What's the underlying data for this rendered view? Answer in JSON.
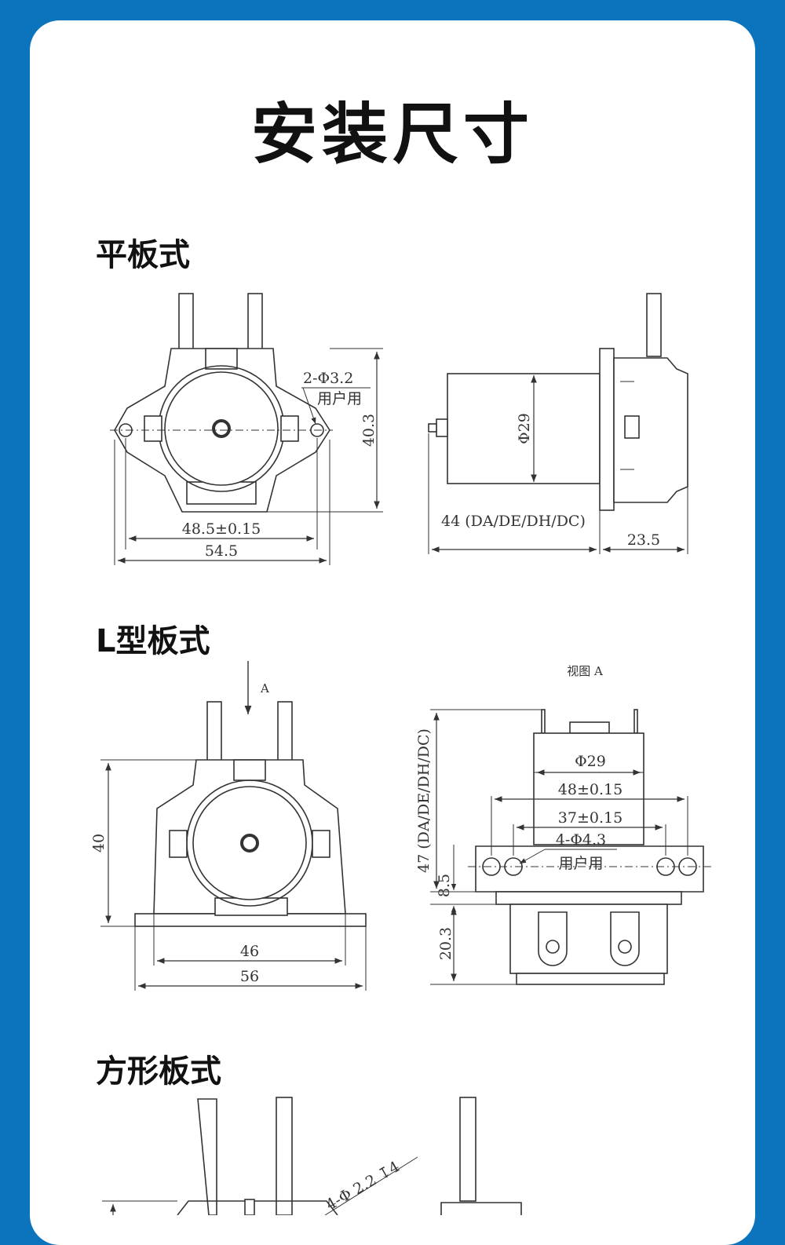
{
  "title": "安装尺寸",
  "sections": {
    "flat": {
      "heading": "平板式",
      "hole_label": "2-Φ3.2",
      "user_label": "用户用",
      "dim_height": "40.3",
      "dim_hole_span": "48.5±0.15",
      "dim_width": "54.5",
      "dim_diameter": "Φ29",
      "dim_motor_length": "44 (DA/DE/DH/DC)",
      "dim_head_length": "23.5"
    },
    "l_type": {
      "heading": "L型板式",
      "view_arrow_label": "A",
      "view_title": "视图 A",
      "dim_height": "40",
      "dim_inner_width": "46",
      "dim_outer_width": "56",
      "dim_diameter": "Φ29",
      "dim_span_outer": "48±0.15",
      "dim_span_inner": "37±0.15",
      "hole_label": "4-Φ4.3",
      "user_label": "用户用",
      "dim_motor_length": "47 (DA/DE/DH/DC)",
      "dim_plate": "8.5",
      "dim_head": "20.3"
    },
    "square": {
      "heading": "方形板式",
      "hole_label": "4-Φ 2.2 ↧4"
    }
  }
}
